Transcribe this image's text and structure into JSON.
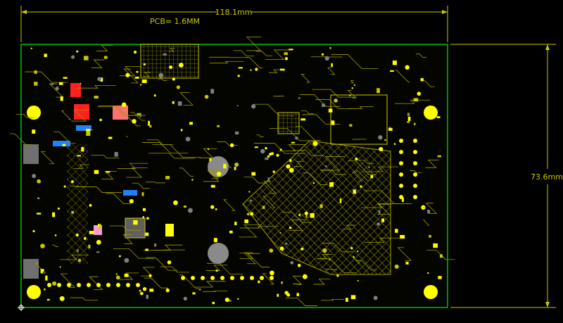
{
  "dimensions": {
    "width_label": "118.1mm",
    "height_label": "73.6mm",
    "thickness_label": "PCB= 1.6MM"
  },
  "colors": {
    "background": "#000000",
    "board_outline": "#00c000",
    "dimension": "#c8c800",
    "copper_top": "#c8c800",
    "pad": "#ffff00",
    "silk_red": "#ff2020",
    "silk_blue": "#2080ff",
    "via": "#808080"
  }
}
